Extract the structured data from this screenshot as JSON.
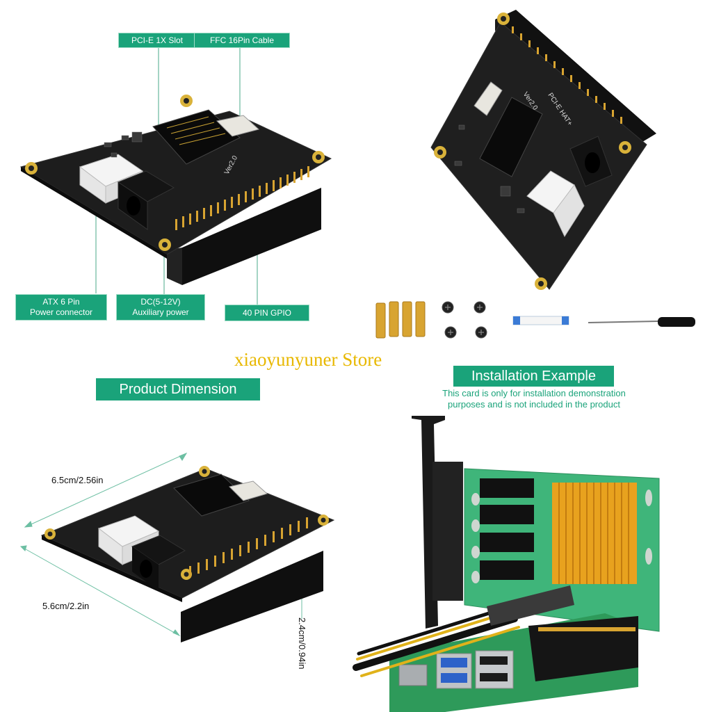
{
  "top_left": {
    "labels": {
      "pcie_slot": "PCI-E 1X Slot",
      "ffc_cable": "FFC 16Pin Cable",
      "atx_line1": "ATX 6 Pin",
      "atx_line2": "Power connector",
      "dc_line1": "DC(5-12V)",
      "dc_line2": "Auxiliary power",
      "gpio": "40 PIN GPIO"
    },
    "board_silk": "Ver2.0"
  },
  "top_right": {
    "board_silk_1": "Ver2.0",
    "board_silk_2": "PCI-E HAT+"
  },
  "watermark": "xiaoyunyuner Store",
  "dimension": {
    "title": "Product Dimension",
    "length": "6.5cm/2.56in",
    "width": "5.6cm/2.2in",
    "height": "2.4cm/0.94in"
  },
  "installation": {
    "title": "Installation Example",
    "note_line1": "This card is only for installation demonstration",
    "note_line2": "purposes and is not included in the product"
  },
  "colors": {
    "tag_green": "#1aa37a",
    "note_green": "#1aa37a",
    "watermark": "#e8b800",
    "board": "#1d1d1d",
    "gold": "#d8a431",
    "pcb_green": "#3fb57a"
  }
}
